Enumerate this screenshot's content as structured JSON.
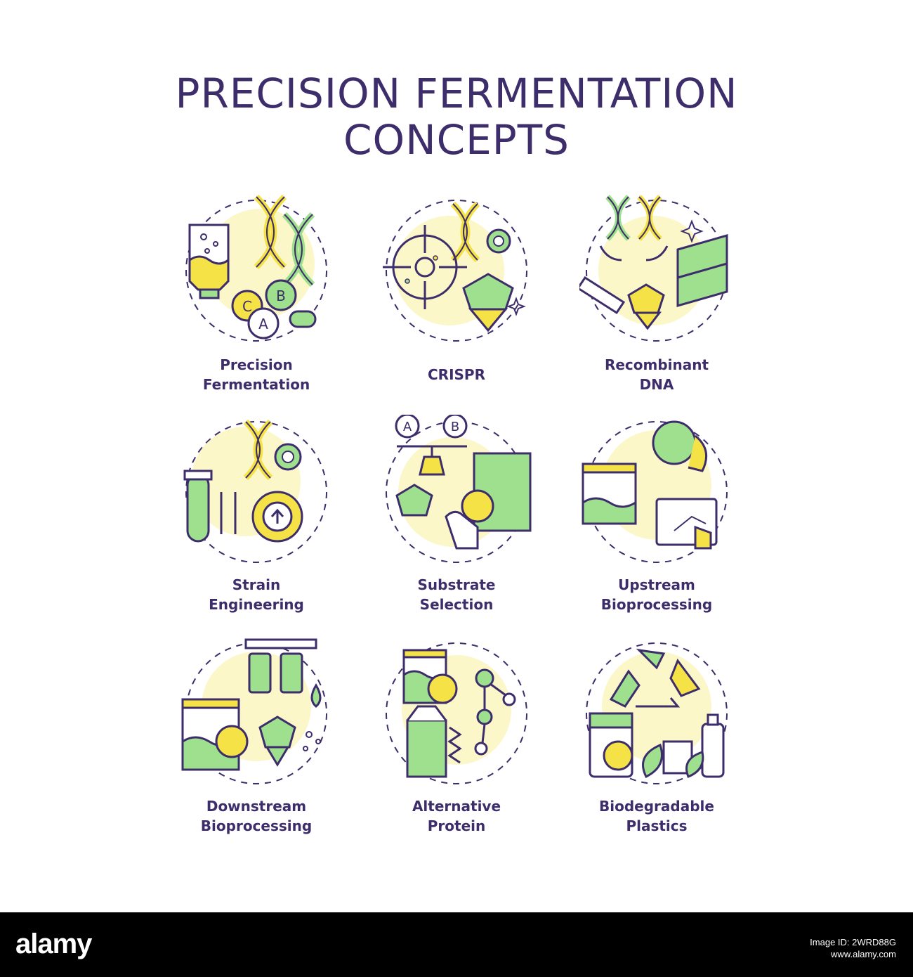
{
  "title": {
    "line1": "PRECISION FERMENTATION",
    "line2": "CONCEPTS"
  },
  "colors": {
    "outline": "#3d2d6b",
    "green": "#9fe08f",
    "yellow": "#f5e246",
    "blob": "#fbf7c9"
  },
  "concepts": [
    {
      "label1": "Precision",
      "label2": "Fermentation",
      "icon": "bioreactor-dna-vitamins-icon",
      "letters": [
        "C",
        "B",
        "A"
      ]
    },
    {
      "label1": "",
      "label2": "CRISPR",
      "icon": "dna-target-hop-icon"
    },
    {
      "label1": "Recombinant",
      "label2": "DNA",
      "icon": "dna-swap-helix-icon"
    },
    {
      "label1": "Strain",
      "label2": "Engineering",
      "icon": "dna-testtube-gear-icon"
    },
    {
      "label1": "Substrate",
      "label2": "Selection",
      "icon": "scale-bag-hop-icon",
      "letters": [
        "A",
        "B"
      ]
    },
    {
      "label1": "Upstream",
      "label2": "Bioprocessing",
      "icon": "tank-recycle-panel-icon"
    },
    {
      "label1": "Downstream",
      "label2": "Bioprocessing",
      "icon": "filters-tank-hop-icon"
    },
    {
      "label1": "Alternative",
      "label2": "Protein",
      "icon": "tank-milk-molecule-icon"
    },
    {
      "label1": "Biodegradable",
      "label2": "Plastics",
      "icon": "recycle-jar-bottle-icon"
    }
  ],
  "footer": {
    "logo": "alamy",
    "image_id_line": "Image ID: 2WRD88G",
    "site_line": "www.alamy.com"
  }
}
